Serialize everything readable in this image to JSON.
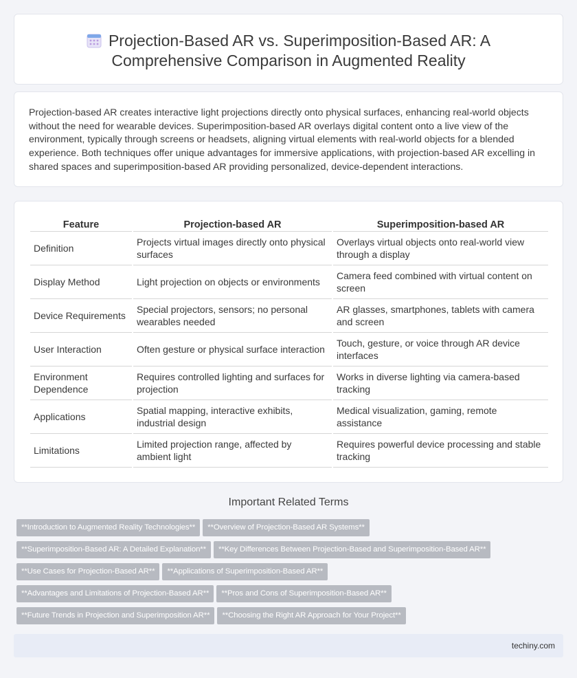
{
  "title": "Projection-Based AR vs. Superimposition-Based AR: A Comprehensive Comparison in Augmented Reality",
  "title_icon": "calendar-icon",
  "intro": "Projection-based AR creates interactive light projections directly onto physical surfaces, enhancing real-world objects without the need for wearable devices. Superimposition-based AR overlays digital content onto a live view of the environment, typically through screens or headsets, aligning virtual elements with real-world objects for a blended experience. Both techniques offer unique advantages for immersive applications, with projection-based AR excelling in shared spaces and superimposition-based AR providing personalized, device-dependent interactions.",
  "table": {
    "headers": [
      "Feature",
      "Projection-based AR",
      "Superimposition-based AR"
    ],
    "rows": [
      [
        "Definition",
        "Projects virtual images directly onto physical surfaces",
        "Overlays virtual objects onto real-world view through a display"
      ],
      [
        "Display Method",
        "Light projection on objects or environments",
        "Camera feed combined with virtual content on screen"
      ],
      [
        "Device Requirements",
        "Special projectors, sensors; no personal wearables needed",
        "AR glasses, smartphones, tablets with camera and screen"
      ],
      [
        "User Interaction",
        "Often gesture or physical surface interaction",
        "Touch, gesture, or voice through AR device interfaces"
      ],
      [
        "Environment Dependence",
        "Requires controlled lighting and surfaces for projection",
        "Works in diverse lighting via camera-based tracking"
      ],
      [
        "Applications",
        "Spatial mapping, interactive exhibits, industrial design",
        "Medical visualization, gaming, remote assistance"
      ],
      [
        "Limitations",
        "Limited projection range, affected by ambient light",
        "Requires powerful device processing and stable tracking"
      ]
    ]
  },
  "related": {
    "title": "Important Related Terms",
    "chips": [
      [
        "**Introduction to Augmented Reality Technologies**",
        "**Overview of Projection-Based AR Systems**"
      ],
      [
        "**Superimposition-Based AR: A Detailed Explanation**",
        "**Key Differences Between Projection-Based and Superimposition-Based AR**"
      ],
      [
        "**Use Cases for Projection-Based AR**",
        "**Applications of Superimposition-Based AR**"
      ],
      [
        "**Advantages and Limitations of Projection-Based AR**",
        "**Pros and Cons of Superimposition-Based AR**"
      ],
      [
        "**Future Trends in Projection and Superimposition AR**",
        "**Choosing the Right AR Approach for Your Project**"
      ]
    ]
  },
  "footer": "techiny.com",
  "colors": {
    "page_bg": "#f3f4f8",
    "chip_bg": "#b7bac1",
    "footer_bg": "#e8ecf6"
  }
}
